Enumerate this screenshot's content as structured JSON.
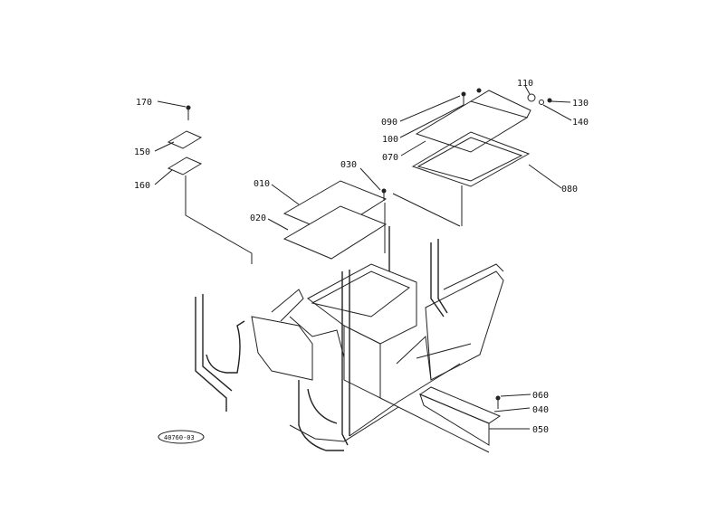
{
  "diagram": {
    "part_labels": [
      {
        "id": "p170",
        "text": "170"
      },
      {
        "id": "p150",
        "text": "150"
      },
      {
        "id": "p160",
        "text": "160"
      },
      {
        "id": "p010",
        "text": "010"
      },
      {
        "id": "p020",
        "text": "020"
      },
      {
        "id": "p030",
        "text": "030"
      },
      {
        "id": "p090",
        "text": "090"
      },
      {
        "id": "p100",
        "text": "100"
      },
      {
        "id": "p070",
        "text": "070"
      },
      {
        "id": "p110",
        "text": "110"
      },
      {
        "id": "p130",
        "text": "130"
      },
      {
        "id": "p140",
        "text": "140"
      },
      {
        "id": "p080",
        "text": "080"
      },
      {
        "id": "p060",
        "text": "060"
      },
      {
        "id": "p040",
        "text": "040"
      },
      {
        "id": "p050",
        "text": "050"
      }
    ],
    "drawing_code": "40760-03"
  }
}
